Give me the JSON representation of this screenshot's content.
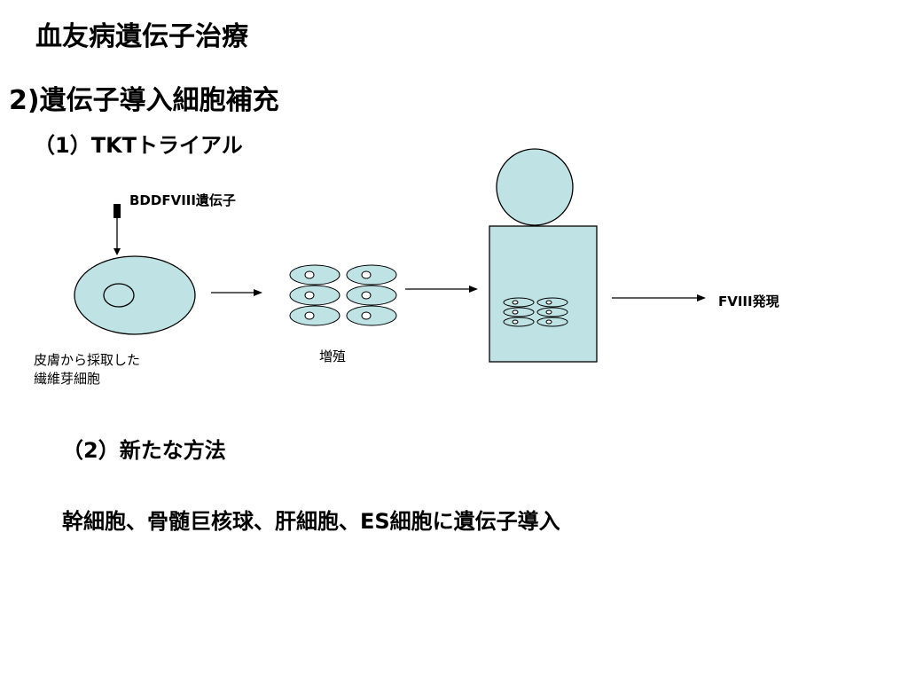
{
  "slide": {
    "title": "血友病遺伝子治療",
    "section": "2)遺伝子導入細胞補充",
    "subsection1": "（1）TKTトライアル",
    "subsection2": "（2）新たな方法",
    "body_text": "幹細胞、骨髄巨核球、肝細胞、ES細胞に遺伝子導入"
  },
  "diagram": {
    "gene_label": "BDDFVIII遺伝子",
    "cells_label_line1": "皮膚から採取した",
    "cells_label_line2": "繊維芽細胞",
    "proliferation_label": "増殖",
    "expression_label": "FVIII発現",
    "colors": {
      "cell_fill": "#bfe3e4",
      "stroke": "#000000"
    }
  }
}
